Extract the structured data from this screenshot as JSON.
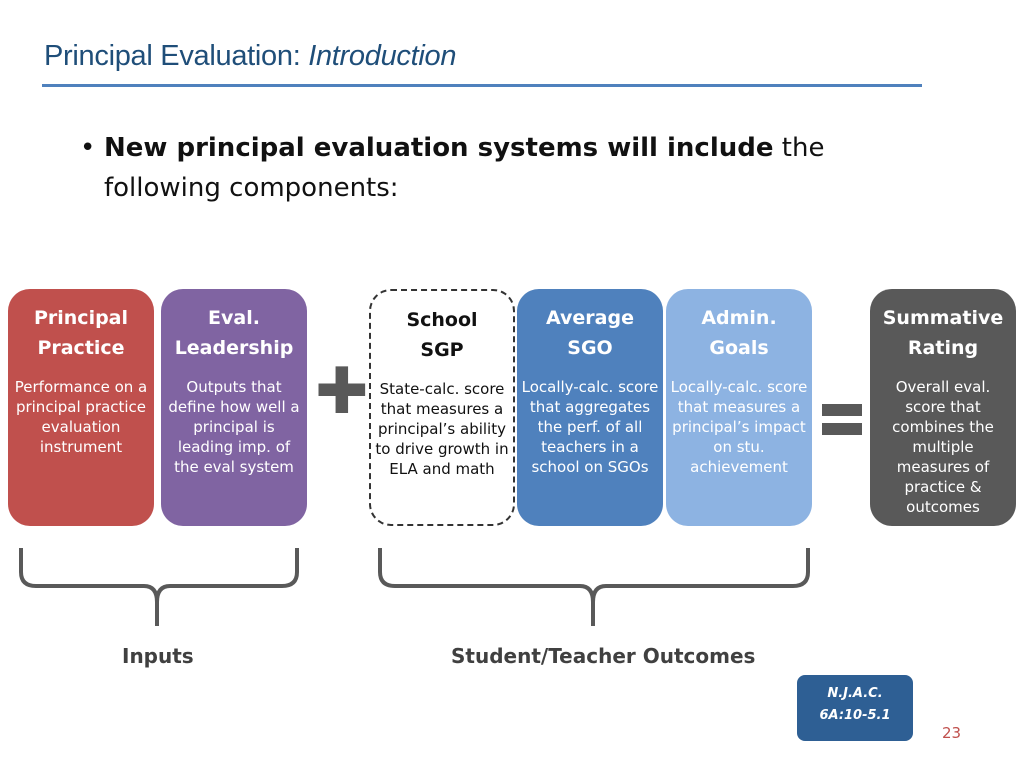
{
  "slide": {
    "title_main": "Principal Evaluation: ",
    "title_italic": "Introduction",
    "bullet_bold": "New principal evaluation systems will include",
    "bullet_rest": " the following components:",
    "bullet_symbol": "•",
    "page_number": "23"
  },
  "colors": {
    "title": "#1f4e79",
    "principal_practice": "#c0504d",
    "eval_leadership": "#8064a2",
    "average_sgo": "#4f81bd",
    "admin_goals": "#8db3e2",
    "summative_rating": "#595959",
    "citation_box": "#2e5f94"
  },
  "components": [
    {
      "heading": [
        "Principal",
        "Practice"
      ],
      "body": "Performance on a principal practice evaluation instrument"
    },
    {
      "heading": [
        "Eval.",
        "Leadership"
      ],
      "body": "Outputs that define how well a principal is leading imp. of the eval system"
    },
    {
      "heading": [
        "School",
        "SGP"
      ],
      "body": "State-calc. score that measures a principal’s ability to drive growth in ELA and math"
    },
    {
      "heading": [
        "Average",
        "SGO"
      ],
      "body": "Locally-calc. score that aggregates the perf. of all teachers in a school on SGOs"
    },
    {
      "heading": [
        "Admin.",
        "Goals"
      ],
      "body": "Locally-calc. score that measures a principal’s impact on stu. achievement"
    },
    {
      "heading": [
        "Summative",
        "Rating"
      ],
      "body": "Overall eval. score that combines the multiple measures of practice & outcomes"
    }
  ],
  "operators": {
    "plus_icon": "plus-icon",
    "equals_icon": "equals-icon"
  },
  "groups": {
    "inputs_label": "Inputs",
    "outcomes_label": "Student/Teacher Outcomes"
  },
  "citation": {
    "line1": "N.J.A.C.",
    "line2": "6A:10-5.1"
  }
}
